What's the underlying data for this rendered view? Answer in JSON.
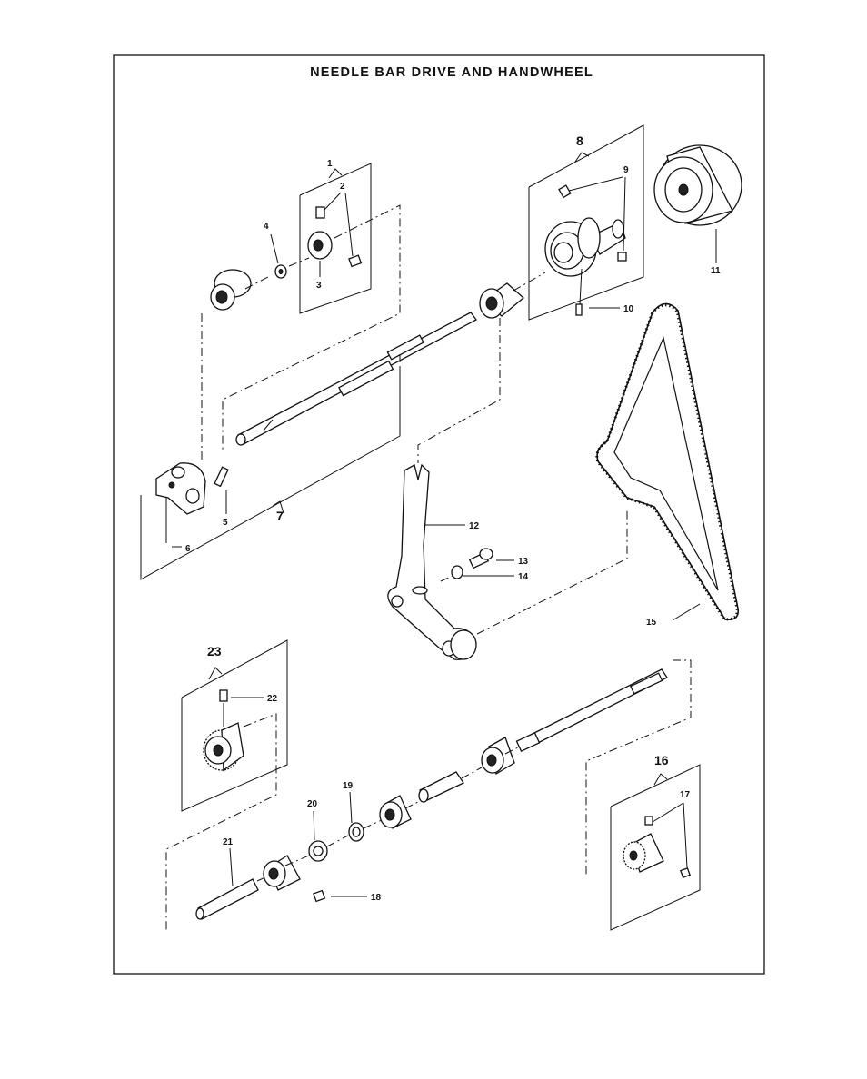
{
  "diagram": {
    "title": "NEEDLE BAR DRIVE AND HANDWHEEL",
    "callouts": {
      "c1": "1",
      "c2": "2",
      "c3": "3",
      "c4": "4",
      "c5": "5",
      "c6": "6",
      "c7": "7",
      "c8": "8",
      "c9": "9",
      "c10": "10",
      "c11": "11",
      "c12": "12",
      "c13": "13",
      "c14": "14",
      "c15": "15",
      "c16": "16",
      "c17": "17",
      "c18": "18",
      "c19": "19",
      "c20": "20",
      "c21": "21",
      "c22": "22",
      "c23": "23"
    }
  }
}
